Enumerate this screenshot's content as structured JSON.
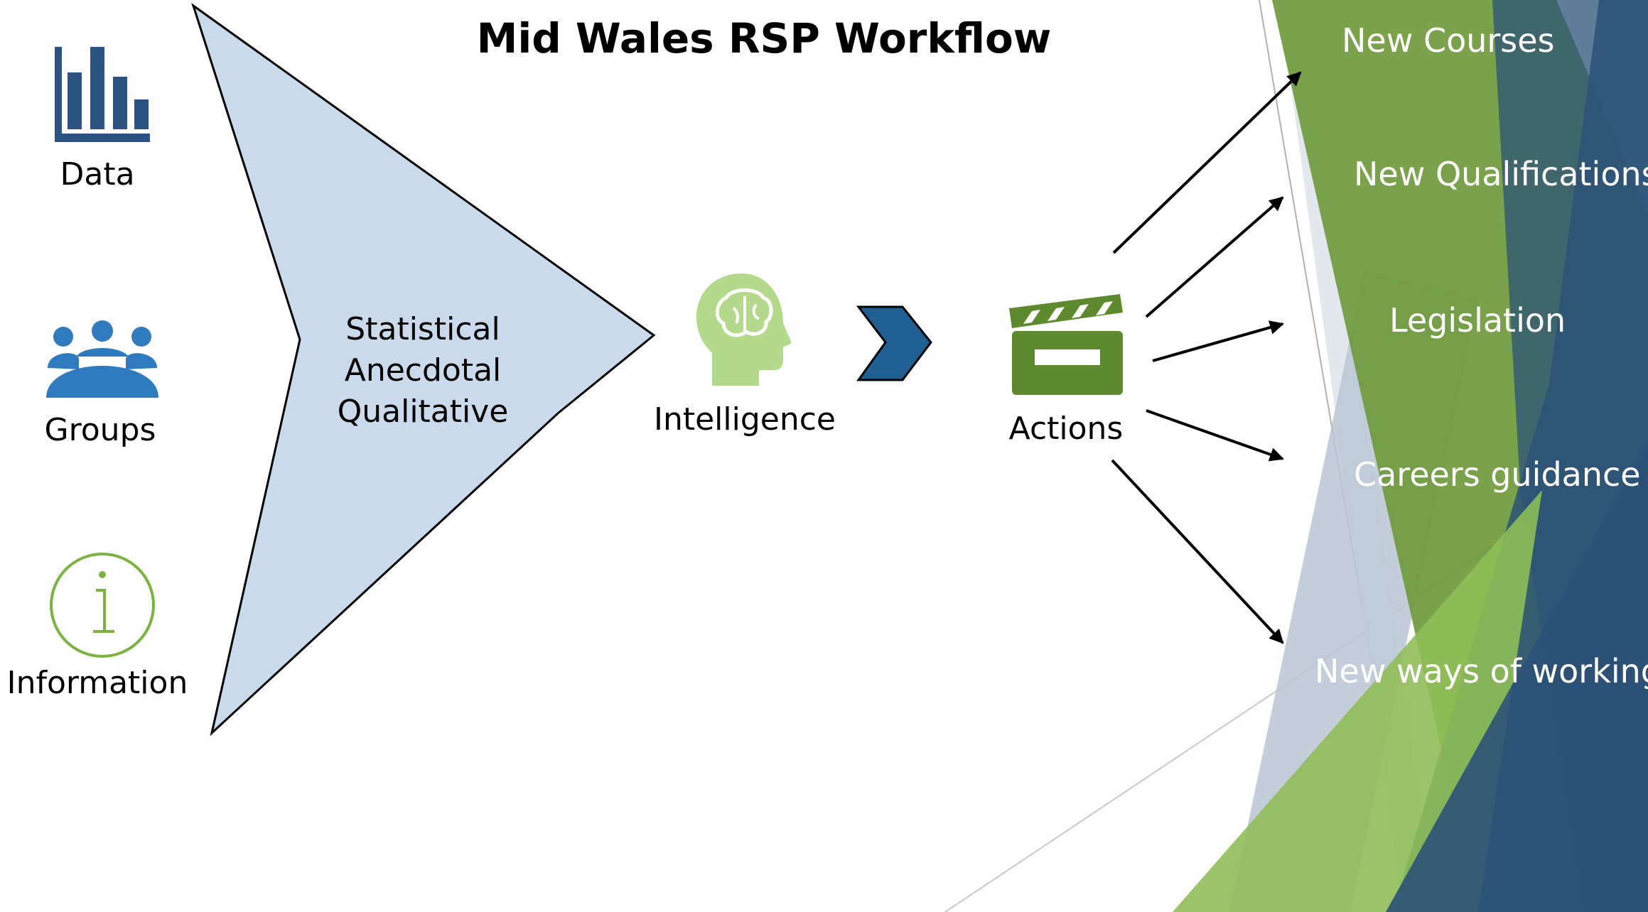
{
  "title": "Mid Wales RSP Workflow",
  "inputs": [
    {
      "label": "Data",
      "icon": "bar-chart-icon"
    },
    {
      "label": "Groups",
      "icon": "people-group-icon"
    },
    {
      "label": "Information",
      "icon": "info-icon"
    }
  ],
  "funnel_lines": [
    "Statistical",
    "Anecdotal",
    "Qualitative"
  ],
  "intelligence": {
    "label": "Intelligence",
    "icon": "brain-head-icon"
  },
  "actions": {
    "label": "Actions",
    "icon": "clapperboard-icon"
  },
  "outcomes": [
    "New Courses",
    "New Qualifications",
    "Legislation",
    "Careers guidance",
    "New ways of working"
  ],
  "colors": {
    "funnel_fill": "#c9daec",
    "icon_blue": "#2a5384",
    "group_blue": "#2e7bbf",
    "info_green": "#7bb33f",
    "brain_green": "#b3d98a",
    "chevron_blue": "#1f5f91",
    "clapper_green": "#5e8a2e",
    "band_green": "#6e9a3c",
    "band_blue": "#2c5178",
    "band_gray": "#b9c6d4"
  }
}
